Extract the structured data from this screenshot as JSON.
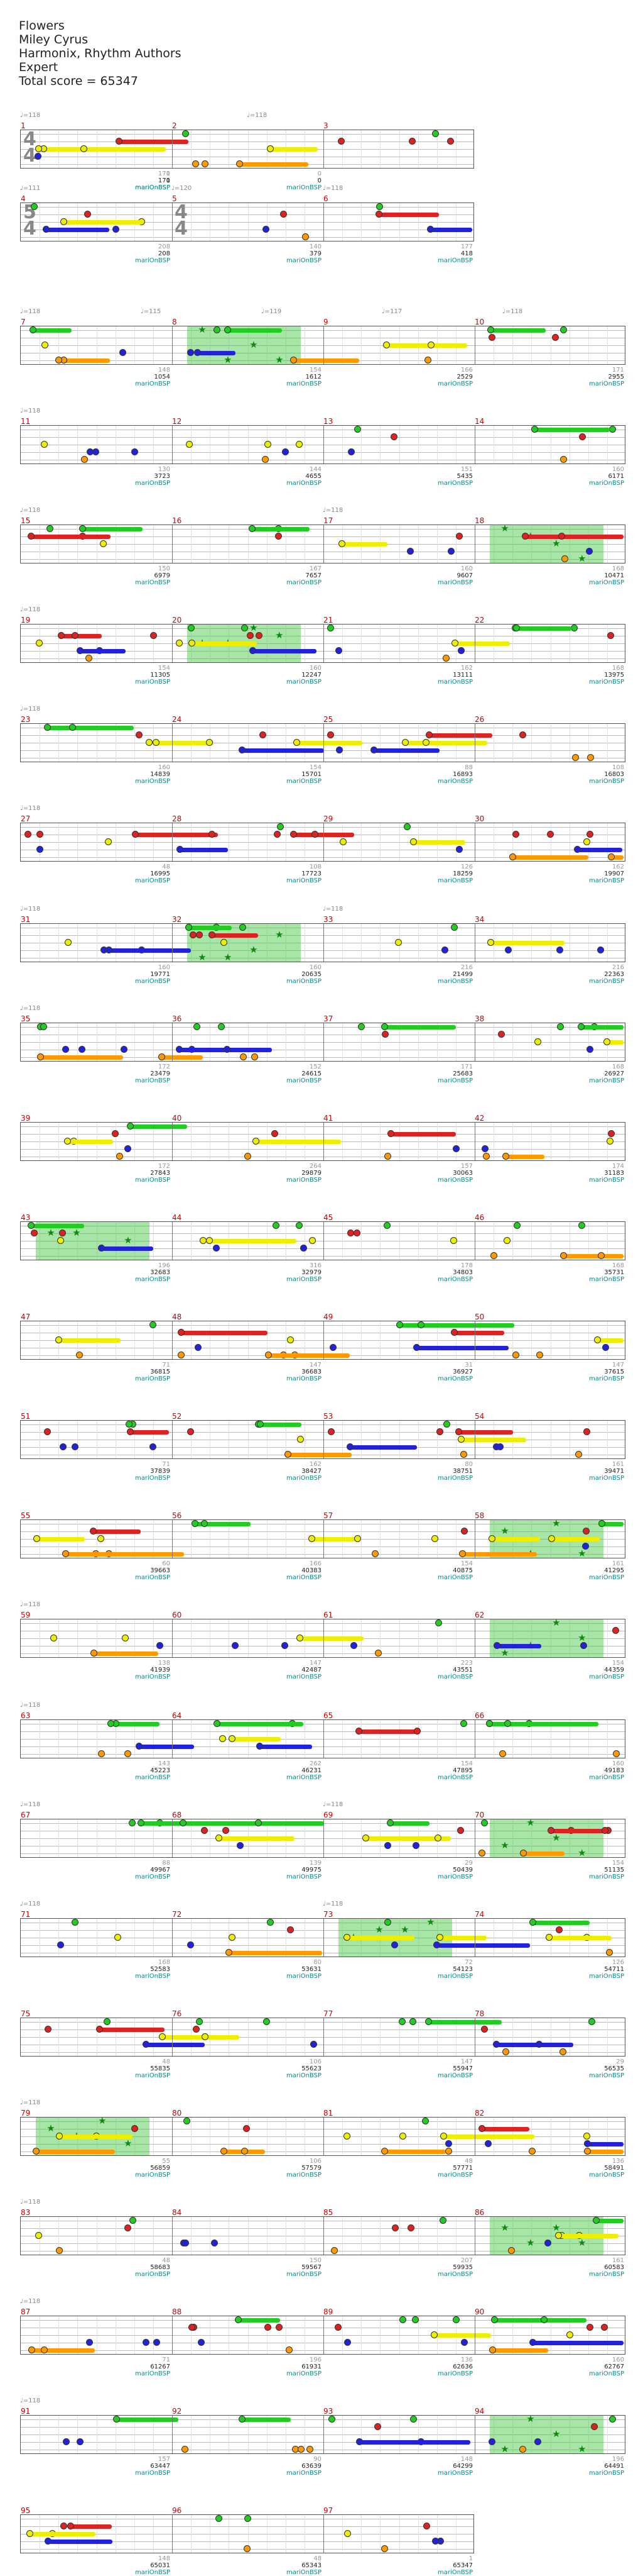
{
  "header": {
    "song": "Flowers",
    "artist": "Miley Cyrus",
    "charter": "Harmonix, Rhythm Authors",
    "difficulty": "Expert",
    "total_score": "Total score = 65347"
  },
  "lane_colors": {
    "G": "#22cc22",
    "R": "#dd2222",
    "Y": "#eeee00",
    "B": "#2222dd",
    "O": "#ff9900"
  },
  "rows": [
    {
      "tempo": [
        {
          "t": "♩=118"
        },
        {
          "t": "♩=118"
        }
      ],
      "ts": "4/4",
      "measures": [
        {
          "n": "1",
          "cnt": "",
          "score": ""
        },
        {
          "n": "2",
          "cnt": "0",
          "score": "0",
          "auth": "mariOnBSP"
        },
        {
          "n": "3",
          "cnt": "0",
          "score": "0",
          "auth": "mariOnBSP"
        }
      ],
      "end": [
        {
          "cnt": "171",
          "score": "171",
          "auth": "mariOnBSP"
        }
      ]
    },
    {
      "tempo": [
        {
          "t": "♩=111"
        },
        {
          "t": "♩=120"
        },
        {
          "t": "♩=118"
        }
      ],
      "ts": "5/4",
      "measures": [
        {
          "n": "4"
        },
        {
          "n": "5",
          "ts": "4/4"
        },
        {
          "n": "6"
        }
      ],
      "end": [
        {
          "cnt": "208",
          "score": "208"
        },
        {
          "cnt": "140",
          "score": "379"
        },
        {
          "cnt": "177",
          "score": "418"
        }
      ]
    },
    {
      "tempo": [
        {
          "t": "♩=118"
        },
        {
          "t": "♩=115"
        },
        {
          "t": "♩=119"
        },
        {
          "t": "♩=117"
        },
        {
          "t": "♩=118"
        }
      ],
      "measures": [
        {
          "n": "7"
        },
        {
          "n": "8"
        },
        {
          "n": "9"
        },
        {
          "n": "10"
        }
      ],
      "end": [
        {
          "cnt": "148",
          "score": "1054"
        },
        {
          "cnt": "154",
          "score": "1612"
        },
        {
          "cnt": "166",
          "score": "2529"
        },
        {
          "cnt": "171",
          "score": "2955"
        }
      ]
    },
    {
      "tempo": [
        {
          "t": "♩=118"
        }
      ],
      "measures": [
        {
          "n": "11"
        },
        {
          "n": "12"
        },
        {
          "n": "13"
        },
        {
          "n": "14"
        }
      ],
      "end": [
        {
          "cnt": "130",
          "score": "3723"
        },
        {
          "cnt": "144",
          "score": "4655"
        },
        {
          "cnt": "151",
          "score": "5435"
        },
        {
          "cnt": "160",
          "score": "6171"
        }
      ]
    },
    {
      "tempo": [
        {
          "t": "♩=118"
        },
        {
          "t": "♩=118"
        }
      ],
      "measures": [
        {
          "n": "15"
        },
        {
          "n": "16"
        },
        {
          "n": "17"
        },
        {
          "n": "18"
        }
      ],
      "end": [
        {
          "cnt": "150",
          "score": "6979"
        },
        {
          "cnt": "167",
          "score": "7657"
        },
        {
          "cnt": "160",
          "score": "9607"
        },
        {
          "cnt": "168",
          "score": "10471"
        }
      ]
    },
    {
      "tempo": [
        {
          "t": "♩=118"
        }
      ],
      "measures": [
        {
          "n": "19"
        },
        {
          "n": "20"
        },
        {
          "n": "21"
        },
        {
          "n": "22"
        }
      ],
      "end": [
        {
          "cnt": "154",
          "score": "11305"
        },
        {
          "cnt": "160",
          "score": "12247"
        },
        {
          "cnt": "162",
          "score": "13111"
        },
        {
          "cnt": "168",
          "score": "13975"
        }
      ]
    },
    {
      "tempo": [
        {
          "t": "♩=118"
        }
      ],
      "measures": [
        {
          "n": "23"
        },
        {
          "n": "24"
        },
        {
          "n": "25"
        },
        {
          "n": "26"
        }
      ],
      "end": [
        {
          "cnt": "160",
          "score": "14839"
        },
        {
          "cnt": "154",
          "score": "15701"
        },
        {
          "cnt": "88",
          "score": "16893"
        },
        {
          "cnt": "108",
          "score": "16803"
        }
      ]
    },
    {
      "tempo": [
        {
          "t": "♩=118"
        }
      ],
      "measures": [
        {
          "n": "27"
        },
        {
          "n": "28"
        },
        {
          "n": "29"
        },
        {
          "n": "30"
        }
      ],
      "end": [
        {
          "cnt": "48",
          "score": "16995"
        },
        {
          "cnt": "108",
          "score": "17723"
        },
        {
          "cnt": "126",
          "score": "18259"
        },
        {
          "cnt": "162",
          "score": "19907"
        }
      ]
    },
    {
      "tempo": [
        {
          "t": "♩=118"
        },
        {
          "t": "♩=118"
        }
      ],
      "measures": [
        {
          "n": "31"
        },
        {
          "n": "32"
        },
        {
          "n": "33"
        },
        {
          "n": "34"
        }
      ],
      "end": [
        {
          "cnt": "160",
          "score": "19771"
        },
        {
          "cnt": "160",
          "score": "20635"
        },
        {
          "cnt": "216",
          "score": "21499"
        },
        {
          "cnt": "216",
          "score": "22363"
        }
      ]
    },
    {
      "tempo": [
        {
          "t": "♩=118"
        }
      ],
      "measures": [
        {
          "n": "35"
        },
        {
          "n": "36"
        },
        {
          "n": "37"
        },
        {
          "n": "38"
        }
      ],
      "end": [
        {
          "cnt": "172",
          "score": "23479"
        },
        {
          "cnt": "152",
          "score": "24615"
        },
        {
          "cnt": "171",
          "score": "25683"
        },
        {
          "cnt": "168",
          "score": "26927"
        }
      ]
    },
    {
      "tempo": [],
      "measures": [
        {
          "n": "39"
        },
        {
          "n": "40"
        },
        {
          "n": "41"
        },
        {
          "n": "42"
        }
      ],
      "end": [
        {
          "cnt": "172",
          "score": "27843"
        },
        {
          "cnt": "264",
          "score": "29879"
        },
        {
          "cnt": "157",
          "score": "30063"
        },
        {
          "cnt": "174",
          "score": "31183"
        }
      ]
    },
    {
      "tempo": [],
      "measures": [
        {
          "n": "43"
        },
        {
          "n": "44"
        },
        {
          "n": "45"
        },
        {
          "n": "46"
        }
      ],
      "end": [
        {
          "cnt": "196",
          "score": "32683"
        },
        {
          "cnt": "316",
          "score": "32979"
        },
        {
          "cnt": "178",
          "score": "34803"
        },
        {
          "cnt": "168",
          "score": "35731"
        }
      ]
    },
    {
      "tempo": [],
      "measures": [
        {
          "n": "47"
        },
        {
          "n": "48"
        },
        {
          "n": "49"
        },
        {
          "n": "50"
        }
      ],
      "end": [
        {
          "cnt": "71",
          "score": "36815"
        },
        {
          "cnt": "147",
          "score": "36683"
        },
        {
          "cnt": "31",
          "score": "36927"
        },
        {
          "cnt": "147",
          "score": "37615"
        }
      ]
    },
    {
      "tempo": [],
      "measures": [
        {
          "n": "51"
        },
        {
          "n": "52"
        },
        {
          "n": "53"
        },
        {
          "n": "54"
        }
      ],
      "end": [
        {
          "cnt": "71",
          "score": "37839"
        },
        {
          "cnt": "162",
          "score": "38427"
        },
        {
          "cnt": "80",
          "score": "38751"
        },
        {
          "cnt": "161",
          "score": "39471"
        }
      ]
    },
    {
      "tempo": [],
      "measures": [
        {
          "n": "55"
        },
        {
          "n": "56"
        },
        {
          "n": "57"
        },
        {
          "n": "58"
        }
      ],
      "end": [
        {
          "cnt": "60",
          "score": "39663"
        },
        {
          "cnt": "166",
          "score": "40383"
        },
        {
          "cnt": "154",
          "score": "40875"
        },
        {
          "cnt": "161",
          "score": "41295"
        }
      ]
    },
    {
      "tempo": [
        {
          "t": "♩=118"
        }
      ],
      "measures": [
        {
          "n": "59"
        },
        {
          "n": "60"
        },
        {
          "n": "61"
        },
        {
          "n": "62"
        }
      ],
      "end": [
        {
          "cnt": "138",
          "score": "41939"
        },
        {
          "cnt": "147",
          "score": "42487"
        },
        {
          "cnt": "223",
          "score": "43551"
        },
        {
          "cnt": "154",
          "score": "44359"
        }
      ]
    },
    {
      "tempo": [
        {
          "t": "♩=118"
        }
      ],
      "measures": [
        {
          "n": "63"
        },
        {
          "n": "64"
        },
        {
          "n": "65"
        },
        {
          "n": "66"
        }
      ],
      "end": [
        {
          "cnt": "143",
          "score": "45223"
        },
        {
          "cnt": "262",
          "score": "46231"
        },
        {
          "cnt": "154",
          "score": "47895"
        },
        {
          "cnt": "160",
          "score": "49183"
        }
      ]
    },
    {
      "tempo": [
        {
          "t": "♩=118"
        },
        {
          "t": "♩=118"
        }
      ],
      "measures": [
        {
          "n": "67"
        },
        {
          "n": "68"
        },
        {
          "n": "69"
        },
        {
          "n": "70"
        }
      ],
      "end": [
        {
          "cnt": "88",
          "score": "49967"
        },
        {
          "cnt": "139",
          "score": "49975"
        },
        {
          "cnt": "29",
          "score": "50439"
        },
        {
          "cnt": "154",
          "score": "51135"
        }
      ]
    },
    {
      "tempo": [
        {
          "t": "♩=118"
        },
        {
          "t": "♩=118"
        }
      ],
      "measures": [
        {
          "n": "71"
        },
        {
          "n": "72"
        },
        {
          "n": "73"
        },
        {
          "n": "74"
        }
      ],
      "end": [
        {
          "cnt": "168",
          "score": "52583"
        },
        {
          "cnt": "80",
          "score": "53631"
        },
        {
          "cnt": "72",
          "score": "54123"
        },
        {
          "cnt": "126",
          "score": "54711"
        }
      ]
    },
    {
      "tempo": [],
      "measures": [
        {
          "n": "75"
        },
        {
          "n": "76"
        },
        {
          "n": "77"
        },
        {
          "n": "78"
        }
      ],
      "end": [
        {
          "cnt": "48",
          "score": "55835"
        },
        {
          "cnt": "106",
          "score": "55623"
        },
        {
          "cnt": "147",
          "score": "55947"
        },
        {
          "cnt": "29",
          "score": "56535"
        }
      ]
    },
    {
      "tempo": [
        {
          "t": "♩=118"
        }
      ],
      "measures": [
        {
          "n": "79"
        },
        {
          "n": "80"
        },
        {
          "n": "81"
        },
        {
          "n": "82"
        }
      ],
      "end": [
        {
          "cnt": "55",
          "score": "56859"
        },
        {
          "cnt": "106",
          "score": "57579"
        },
        {
          "cnt": "48",
          "score": "57771"
        },
        {
          "cnt": "136",
          "score": "58491"
        }
      ]
    },
    {
      "tempo": [
        {
          "t": "♩=118"
        }
      ],
      "measures": [
        {
          "n": "83"
        },
        {
          "n": "84"
        },
        {
          "n": "85"
        },
        {
          "n": "86"
        }
      ],
      "end": [
        {
          "cnt": "48",
          "score": "58683"
        },
        {
          "cnt": "150",
          "score": "59567"
        },
        {
          "cnt": "207",
          "score": "59935"
        },
        {
          "cnt": "161",
          "score": "60583"
        }
      ]
    },
    {
      "tempo": [
        {
          "t": "♩=118"
        }
      ],
      "measures": [
        {
          "n": "87"
        },
        {
          "n": "88"
        },
        {
          "n": "89"
        },
        {
          "n": "90"
        }
      ],
      "end": [
        {
          "cnt": "71",
          "score": "61267"
        },
        {
          "cnt": "196",
          "score": "61931"
        },
        {
          "cnt": "136",
          "score": "62636"
        },
        {
          "cnt": "160",
          "score": "62767"
        }
      ]
    },
    {
      "tempo": [
        {
          "t": "♩=118"
        }
      ],
      "measures": [
        {
          "n": "91"
        },
        {
          "n": "92"
        },
        {
          "n": "93"
        },
        {
          "n": "94"
        }
      ],
      "end": [
        {
          "cnt": "157",
          "score": "63447"
        },
        {
          "cnt": "90",
          "score": "63639"
        },
        {
          "cnt": "148",
          "score": "64299"
        },
        {
          "cnt": "196",
          "score": "64491"
        }
      ]
    },
    {
      "tempo": [],
      "measures": [
        {
          "n": "95"
        },
        {
          "n": "96"
        },
        {
          "n": "97"
        }
      ],
      "end": [
        {
          "cnt": "148",
          "score": "65031"
        },
        {
          "cnt": "48",
          "score": "65343"
        },
        {
          "cnt": "1",
          "score": "65347"
        }
      ]
    }
  ],
  "author_label": "mariOnBSP"
}
